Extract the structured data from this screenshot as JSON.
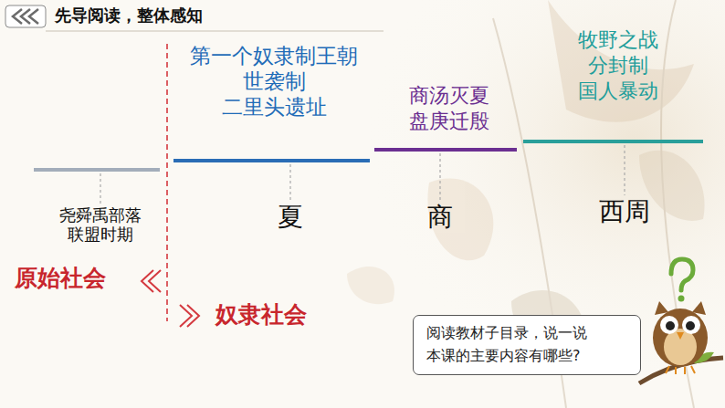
{
  "diagram": {
    "title": "先导阅读，整体感知",
    "nodes": [
      {
        "text": [
          "阅读教材子目录，说一说 本课的主要内容有哪些?"
        ]
      }
    ],
    "labels": [
      "第一个奴隶制王朝",
      "世袭制",
      "二里头遗址",
      "商汤灭夏",
      "盘庚迁殷",
      "牧野之战",
      "分封制",
      "国人暴动",
      "尧舜禹部落 联盟时期",
      "夏",
      "商",
      "西周",
      "原始社会",
      "奴隶社会"
    ]
  }
}
